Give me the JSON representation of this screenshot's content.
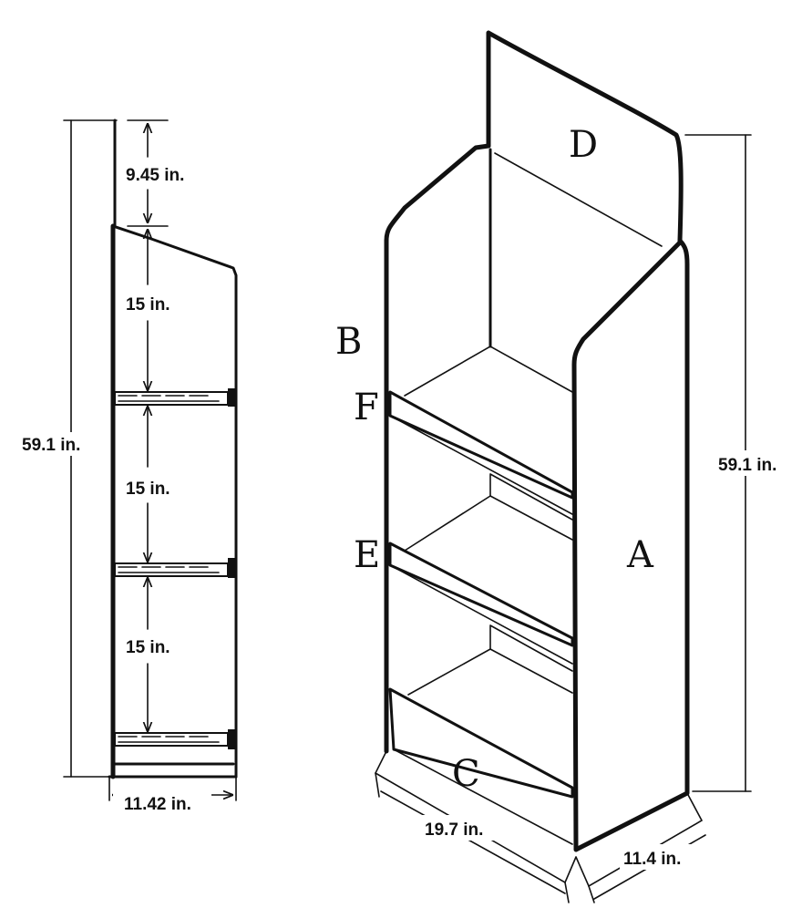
{
  "side_view": {
    "height_total": "59.1 in.",
    "header_height": "9.45 in.",
    "shelf_1": "15 in.",
    "shelf_2": "15 in.",
    "shelf_3": "15 in.",
    "depth": "11.42 in."
  },
  "perspective_view": {
    "height_total": "59.1 in.",
    "width": "19.7 in.",
    "depth": "11.4 in.",
    "part_labels": {
      "a": "A",
      "b": "B",
      "c": "C",
      "d": "D",
      "e": "E",
      "f": "F"
    }
  }
}
